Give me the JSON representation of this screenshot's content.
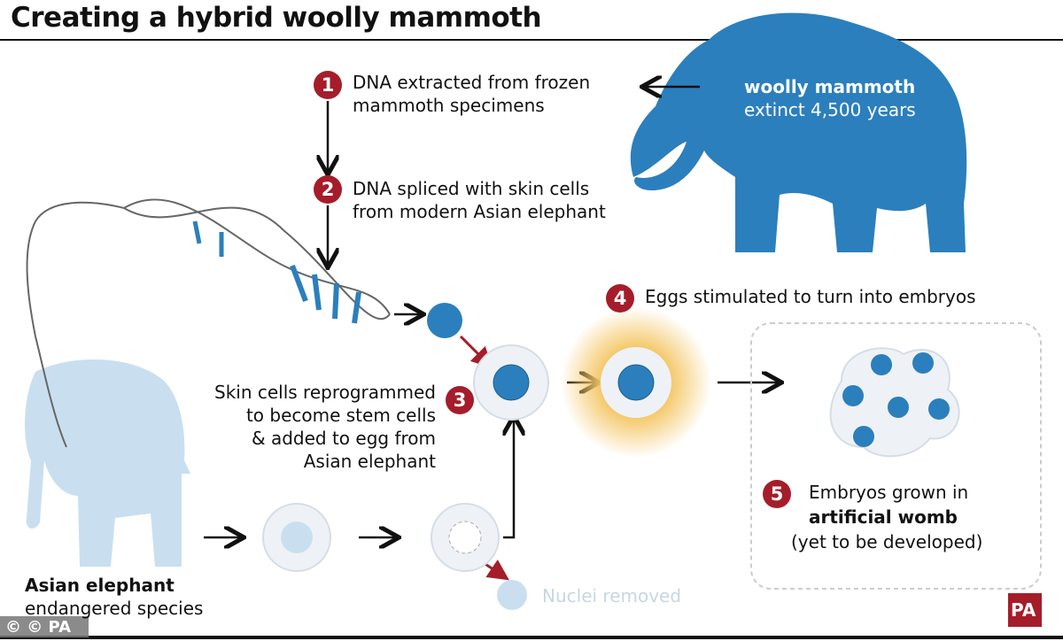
{
  "title": "Creating a hybrid woolly mammoth",
  "colors": {
    "accent_blue": "#2b7fbd",
    "badge_red": "#a51d2a",
    "light_blue": "#c9dff0",
    "glow": "#f4c766"
  },
  "mammoth": {
    "name": "woolly mammoth",
    "status": "extinct 4,500 years"
  },
  "elephant": {
    "name": "Asian elephant",
    "status": "endangered species"
  },
  "steps": [
    {
      "number": "1",
      "lines": [
        "DNA extracted from frozen",
        "mammoth specimens"
      ]
    },
    {
      "number": "2",
      "lines": [
        "DNA spliced with skin cells",
        "from modern Asian elephant"
      ]
    },
    {
      "number": "3",
      "lines": [
        "Skin cells reprogrammed",
        "to become stem cells",
        "& added to egg from",
        "Asian elephant"
      ]
    },
    {
      "number": "4",
      "lines": [
        "Eggs stimulated to turn into embryos"
      ]
    },
    {
      "number": "5",
      "lines": [
        "Embryos grown in",
        "artificial womb",
        "(yet to be developed)"
      ]
    }
  ],
  "nuclei_label": "Nuclei removed",
  "credit": "© © PA",
  "logo": "PA"
}
